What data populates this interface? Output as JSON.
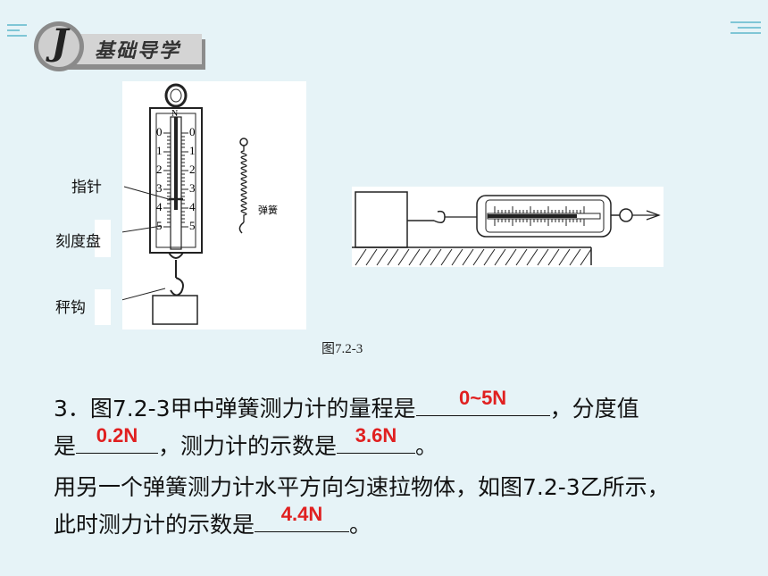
{
  "header": {
    "title": "基础导学",
    "badge_letter": "J"
  },
  "figure": {
    "labels": {
      "pointer": "指针",
      "dial": "刻度盘",
      "hook": "秤钩",
      "spring": "弹簧",
      "unit": "N"
    },
    "scale_ticks": [
      "0",
      "1",
      "2",
      "3",
      "4",
      "5"
    ],
    "caption": "图7.2-3"
  },
  "question": {
    "line1_prefix": "3．图7.2-3甲中弹簧测力计的量程是",
    "line1_suffix": "，分度值",
    "line2_prefix": "是",
    "line2_mid": "，测力计的示数是",
    "line2_suffix": "。",
    "line3": "用另一个弹簧测力计水平方向匀速拉物体，如图7.2-3乙所示，",
    "line4_prefix": "此时测力计的示数是",
    "line4_suffix": "。",
    "answers": {
      "range": "0~5N",
      "division": "0.2N",
      "reading_a": "3.6N",
      "reading_b": "4.4N"
    }
  },
  "colors": {
    "answer": "#e02020",
    "accent": "#7fc6d6",
    "background": "#e6f3f7"
  }
}
